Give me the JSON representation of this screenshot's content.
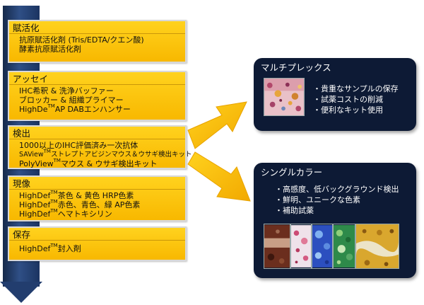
{
  "steps": [
    {
      "title": "賦活化",
      "items": [
        {
          "text": "抗原賦活化剤 (Tris/EDTA/クエン酸)"
        },
        {
          "text": "酵素抗原賦活化剤"
        }
      ]
    },
    {
      "title": "アッセイ",
      "items": [
        {
          "text": "IHC希釈 & 洗浄バッファー"
        },
        {
          "text": "ブロッカー & 組織プライマー"
        },
        {
          "before": "HighDe",
          "tm": "TM",
          "after": "AP DABエンハンサー"
        }
      ]
    },
    {
      "title": "検出",
      "items": [
        {
          "text": "1000以上のIHC評価済み一次抗体"
        },
        {
          "before": "SAView",
          "tm": "TM",
          "after": "ストレプトアビジンマウス＆ウサギ検出キット"
        },
        {
          "before": "PolyView",
          "tm": "TM",
          "after": "マウス & ウサギ検出キット"
        }
      ]
    },
    {
      "title": "現像",
      "items": [
        {
          "before": "HighDef",
          "tm": "TM",
          "after": "茶色 & 黄色 HRP色素"
        },
        {
          "before": "HighDef",
          "tm": "TM",
          "after": "赤色、青色、緑 AP色素"
        },
        {
          "before": "HighDef",
          "tm": "TM",
          "after": "ヘマトキシリン"
        }
      ]
    },
    {
      "title": "保存",
      "items": [
        {
          "before": "HighDef",
          "tm": "TM",
          "after": "封入剤"
        }
      ]
    }
  ],
  "panels": {
    "multiplex": {
      "title": "マルチプレックス",
      "bullets": [
        "・貴重なサンプルの保存",
        "・試薬コストの削減",
        "・便利なキット使用"
      ]
    },
    "single_color": {
      "title": "シングルカラー",
      "bullets": [
        "・高感度、低バックグラウンド検出",
        "・鮮明、ユニークな色素",
        "・補助試薬"
      ]
    }
  },
  "colors": {
    "step_fill": "#f8b800",
    "panel_fill": "#0d1a35",
    "flow_arrow": "#223d6e",
    "connector_arrow": "#f7b500"
  }
}
